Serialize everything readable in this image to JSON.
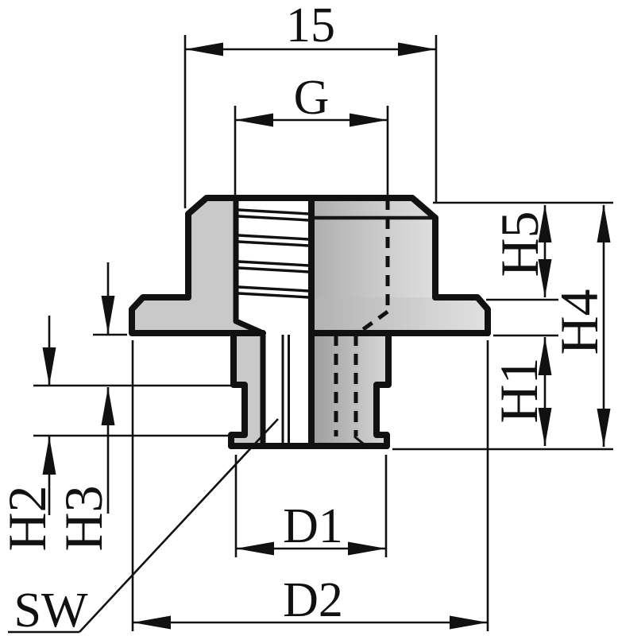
{
  "drawing": {
    "kind": "technical-dimension-drawing",
    "view": "half-section of threaded press-in insert",
    "labels": {
      "width_top": "15",
      "thread": "G",
      "height_head": "H5",
      "height_total": "H4",
      "height_lower": "H1",
      "height_notch": "H2",
      "height_step": "H3",
      "diameter_lower": "D1",
      "diameter_flange": "D2",
      "wrench_size": "SW"
    },
    "colors": {
      "line": "#111111",
      "section_fill": "#c9c9c9",
      "external_fill_dark": "#b4b4b4",
      "external_fill_light": "#dcdcdc",
      "background": "#ffffff"
    }
  }
}
